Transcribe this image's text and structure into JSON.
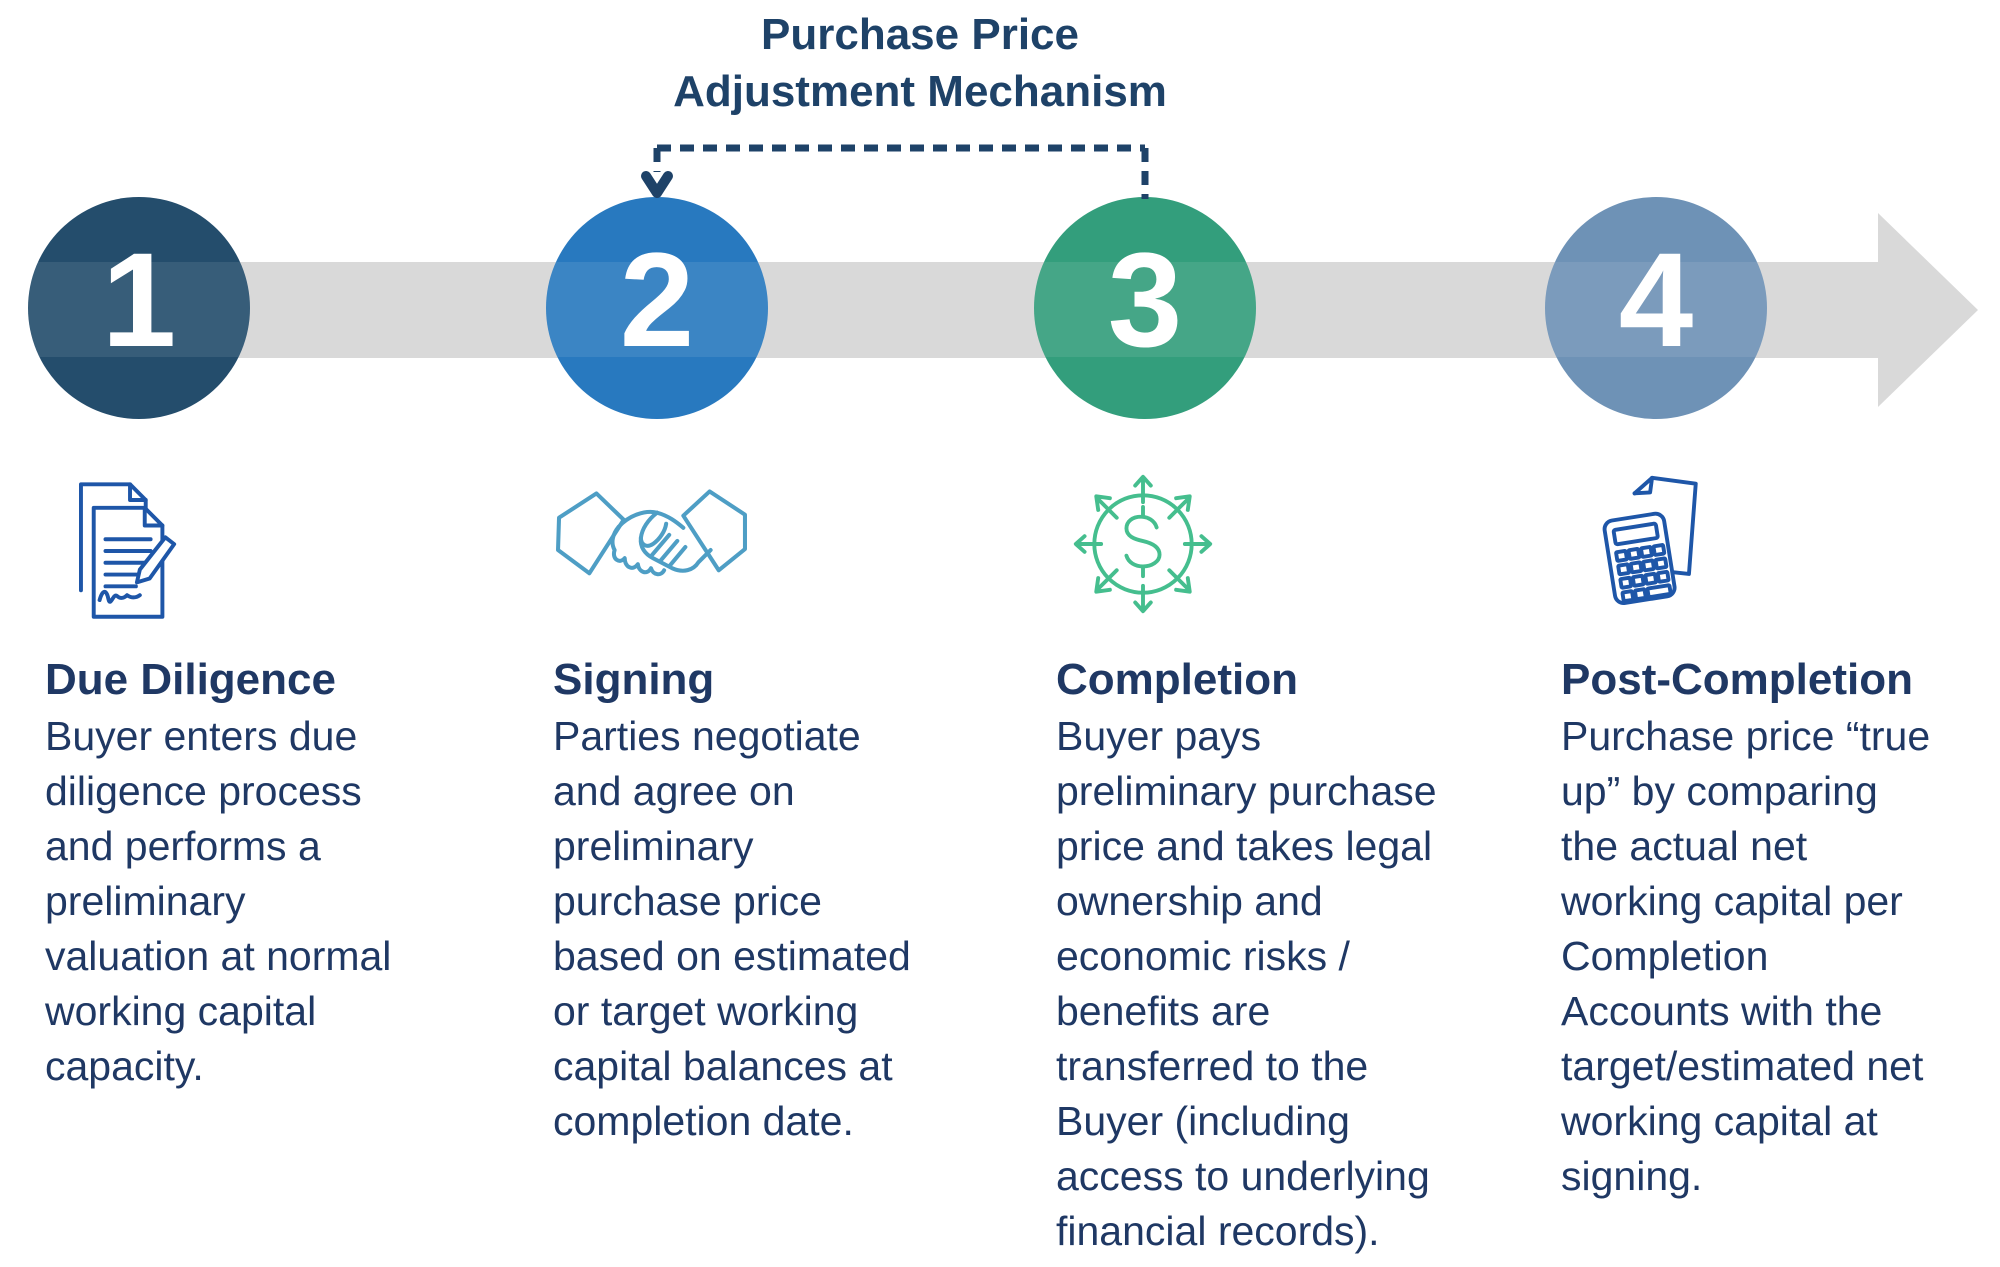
{
  "title": "Purchase Price\nAdjustment Mechanism",
  "connector": {
    "type": "dashed-bracket",
    "color": "#1E4268",
    "from_step": "2",
    "to_step": "3"
  },
  "colors": {
    "title_text": "#1E4268",
    "body_text": "#1F3864",
    "timeline_bar": "#D9D9D9"
  },
  "steps": [
    {
      "number": "1",
      "circle_color": "#244D6C",
      "icon": "signed-documents-icon",
      "icon_color": "#1E56A8",
      "heading": "Due Diligence",
      "body": "Buyer enters due\ndiligence process\nand performs a\npreliminary\nvaluation at normal\nworking capital\ncapacity."
    },
    {
      "number": "2",
      "circle_color": "#2879BF",
      "icon": "handshake-icon",
      "icon_color": "#4E9EC5",
      "heading": "Signing",
      "body": "Parties negotiate\nand agree on\npreliminary\npurchase price\nbased on estimated\nor target working\ncapital balances at\ncompletion date."
    },
    {
      "number": "3",
      "circle_color": "#339E7C",
      "icon": "money-distribution-icon",
      "icon_color": "#45BE8E",
      "heading": "Completion",
      "body": "Buyer pays\npreliminary purchase\nprice and takes legal\nownership and\neconomic risks /\nbenefits are\ntransferred to the\nBuyer (including\naccess to underlying\nfinancial records)."
    },
    {
      "number": "4",
      "circle_color": "#6E92B6",
      "icon": "calculator-paper-icon",
      "icon_color": "#1E56A8",
      "heading": "Post-Completion",
      "body": "Purchase price “true\nup” by comparing\nthe actual net\nworking capital per\nCompletion\nAccounts with the\ntarget/estimated net\nworking capital at\nsigning."
    }
  ]
}
